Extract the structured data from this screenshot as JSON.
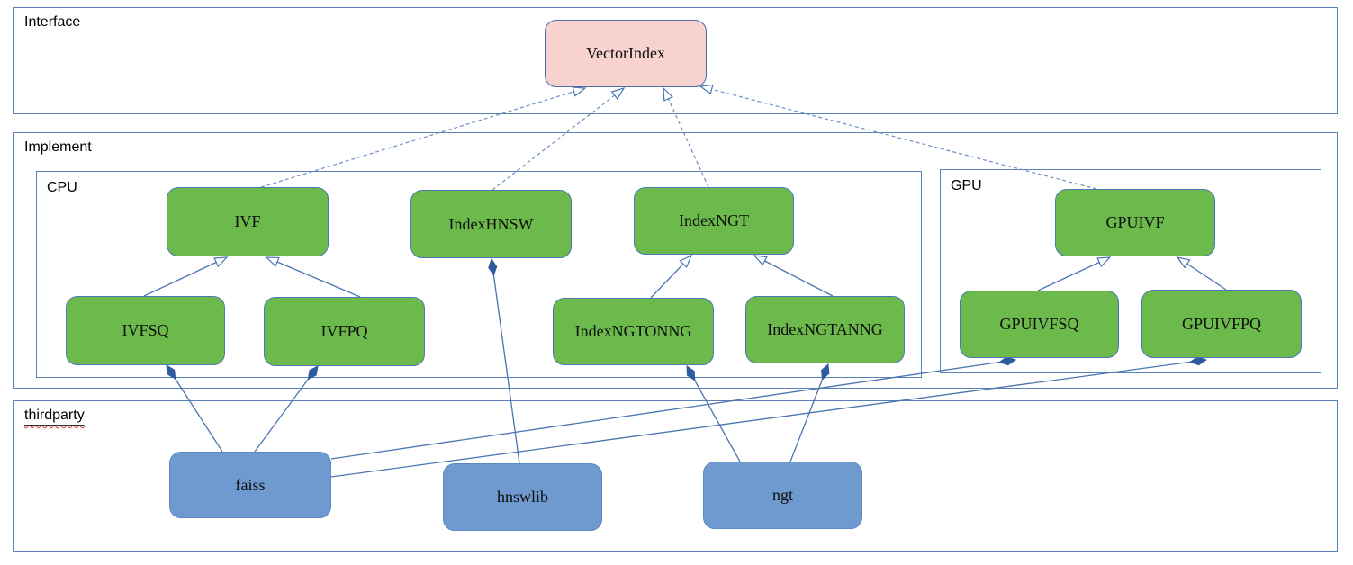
{
  "containers": {
    "interface": {
      "label": "Interface"
    },
    "implement": {
      "label": "Implement"
    },
    "cpu": {
      "label": "CPU"
    },
    "gpu": {
      "label": "GPU"
    },
    "thirdparty": {
      "label": "thirdparty"
    }
  },
  "nodes": {
    "vectorindex": {
      "label": "VectorIndex",
      "kind": "interface"
    },
    "ivf": {
      "label": "IVF",
      "kind": "implementation"
    },
    "indexhnsw": {
      "label": "IndexHNSW",
      "kind": "implementation"
    },
    "indexngt": {
      "label": "IndexNGT",
      "kind": "implementation"
    },
    "gpuivf": {
      "label": "GPUIVF",
      "kind": "implementation"
    },
    "ivfsq": {
      "label": "IVFSQ",
      "kind": "implementation"
    },
    "ivfpq": {
      "label": "IVFPQ",
      "kind": "implementation"
    },
    "indexngtonng": {
      "label": "IndexNGTONNG",
      "kind": "implementation"
    },
    "indexngtanng": {
      "label": "IndexNGTANNG",
      "kind": "implementation"
    },
    "gpuivfsq": {
      "label": "GPUIVFSQ",
      "kind": "implementation"
    },
    "gpuivfpq": {
      "label": "GPUIVFPQ",
      "kind": "implementation"
    },
    "faiss": {
      "label": "faiss",
      "kind": "thirdparty-library"
    },
    "hnswlib": {
      "label": "hnswlib",
      "kind": "thirdparty-library"
    },
    "ngt": {
      "label": "ngt",
      "kind": "thirdparty-library"
    }
  },
  "edges": [
    {
      "from": "IVF",
      "to": "VectorIndex",
      "type": "realization-dashed-open-arrow"
    },
    {
      "from": "IndexHNSW",
      "to": "VectorIndex",
      "type": "realization-dashed-open-arrow"
    },
    {
      "from": "IndexNGT",
      "to": "VectorIndex",
      "type": "realization-dashed-open-arrow"
    },
    {
      "from": "GPUIVF",
      "to": "VectorIndex",
      "type": "realization-dashed-open-arrow"
    },
    {
      "from": "IVFSQ",
      "to": "IVF",
      "type": "generalization-hollow-triangle"
    },
    {
      "from": "IVFPQ",
      "to": "IVF",
      "type": "generalization-hollow-triangle"
    },
    {
      "from": "IndexNGTONNG",
      "to": "IndexNGT",
      "type": "generalization-hollow-triangle"
    },
    {
      "from": "IndexNGTANNG",
      "to": "IndexNGT",
      "type": "generalization-hollow-triangle"
    },
    {
      "from": "GPUIVFSQ",
      "to": "GPUIVF",
      "type": "generalization-hollow-triangle"
    },
    {
      "from": "GPUIVFPQ",
      "to": "GPUIVF",
      "type": "generalization-hollow-triangle"
    },
    {
      "from": "IVFSQ",
      "to": "faiss",
      "type": "composition-filled-diamond"
    },
    {
      "from": "IVFPQ",
      "to": "faiss",
      "type": "composition-filled-diamond"
    },
    {
      "from": "GPUIVFSQ",
      "to": "faiss",
      "type": "composition-filled-diamond"
    },
    {
      "from": "GPUIVFPQ",
      "to": "faiss",
      "type": "composition-filled-diamond"
    },
    {
      "from": "IndexHNSW",
      "to": "hnswlib",
      "type": "composition-filled-diamond"
    },
    {
      "from": "IndexNGTONNG",
      "to": "ngt",
      "type": "composition-filled-diamond"
    },
    {
      "from": "IndexNGTANNG",
      "to": "ngt",
      "type": "composition-filled-diamond"
    }
  ],
  "colors": {
    "container_border": "#5b80ba",
    "node_green_fill": "#6cba4b",
    "node_pink_fill": "#f8d2cf",
    "node_blue_fill": "#6f9ad0",
    "node_border_blue": "#4d79b3",
    "edge_solid": "#4a75b0",
    "edge_dashed": "#6b8fc4",
    "diamond_fill": "#2e5c9e",
    "spellcheck_underline": "#d03a2b"
  }
}
